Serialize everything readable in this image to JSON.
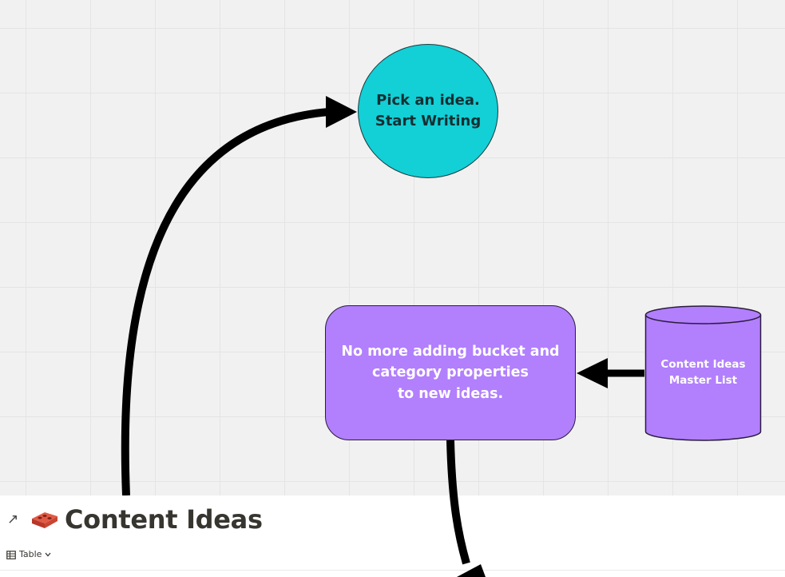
{
  "colors": {
    "canvas_bg": "#f1f1f1",
    "circle_fill": "#13cfd6",
    "process_fill": "#b27ffd",
    "database_fill": "#b27ffd",
    "connector": "#000000"
  },
  "diagram": {
    "circle_node": {
      "text": "Pick an idea.\nStart Writing",
      "shape": "circle"
    },
    "process_node": {
      "text": "No more adding bucket and\ncategory properties\nto new ideas.",
      "shape": "rounded-rectangle"
    },
    "database_node": {
      "text": "Content Ideas\nMaster List",
      "shape": "cylinder"
    },
    "connectors": [
      {
        "from": "below-canvas",
        "to": "circle_node",
        "style": "curved-arrow"
      },
      {
        "from": "database_node",
        "to": "process_node",
        "style": "straight-arrow"
      },
      {
        "from": "process_node",
        "to": "below-canvas",
        "style": "curved-arrow"
      }
    ]
  },
  "notion": {
    "open_icon": "↗",
    "emoji_icon": "brick-icon",
    "title": "Content Ideas",
    "view": {
      "icon": "table-icon",
      "label": "Table",
      "chevron": "chevron-down-icon"
    }
  }
}
